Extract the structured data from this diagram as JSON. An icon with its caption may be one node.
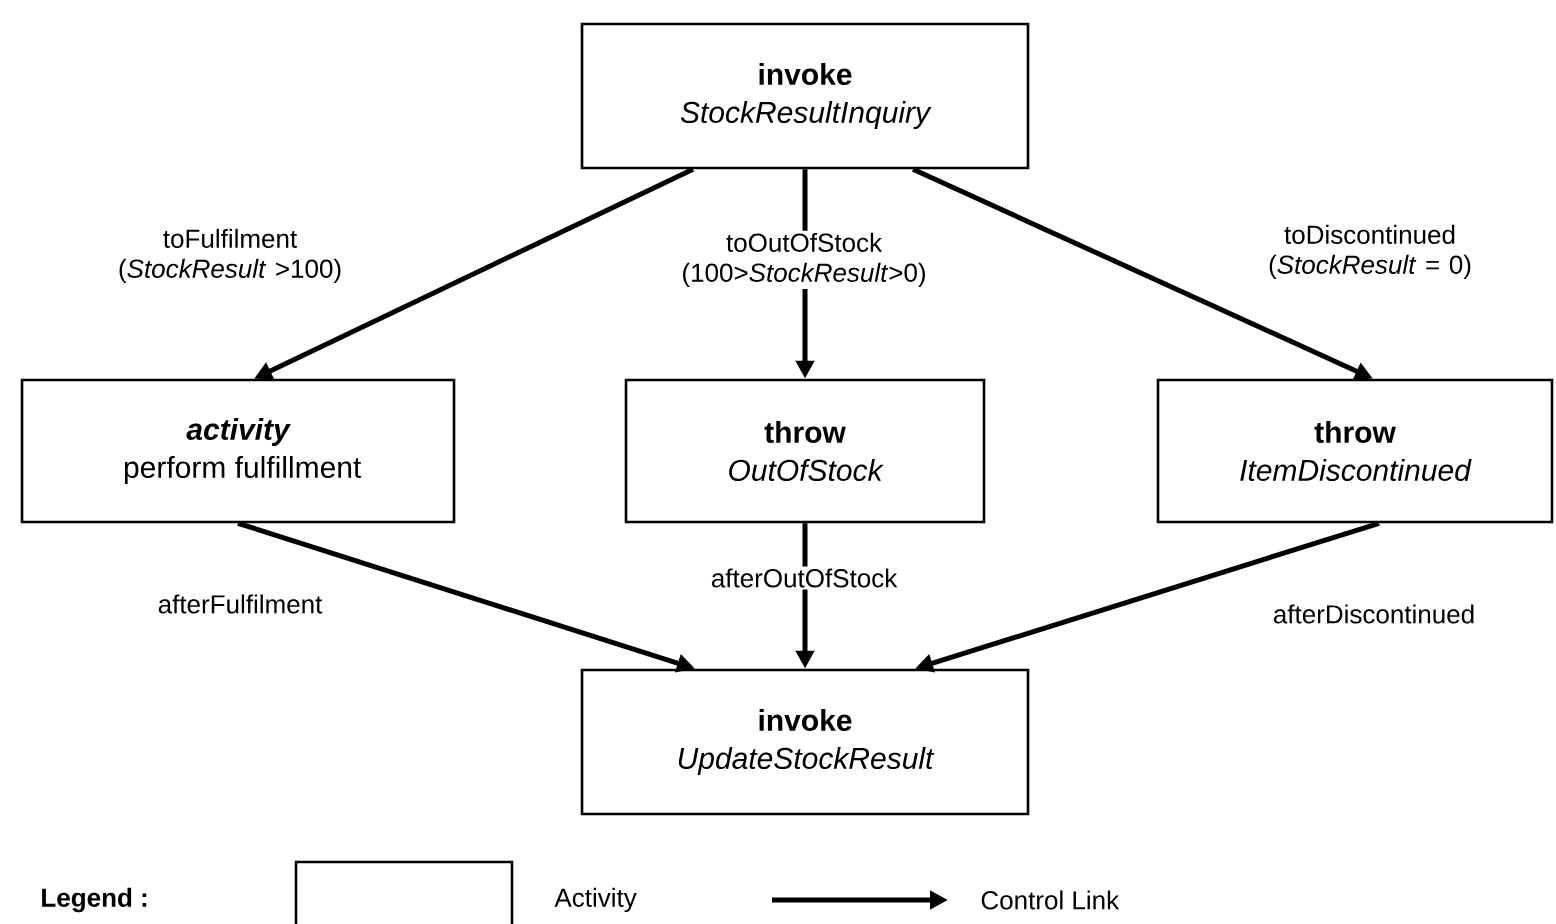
{
  "diagram": {
    "nodes": [
      {
        "text": [
          "invoke",
          "StockResultInquiry"
        ]
      },
      {
        "text": [
          "activity",
          "perform fulfillment"
        ]
      },
      {
        "text": [
          "throw",
          "OutOfStock"
        ]
      },
      {
        "text": [
          "throw",
          "ItemDiscontinued"
        ]
      },
      {
        "text": [
          "invoke",
          "UpdateStockResult"
        ]
      }
    ],
    "edges": [
      {
        "from": 0,
        "to": 1,
        "arrow": "to",
        "label": "toFulfilment (*StockResult* >100)"
      },
      {
        "from": 0,
        "to": 2,
        "arrow": "to",
        "label": "toOutOfStock (100>*StockResult*>0)"
      },
      {
        "from": 0,
        "to": 3,
        "arrow": "to",
        "label": "toDiscontinued (*StockResult* = 0)"
      },
      {
        "from": 1,
        "to": 4,
        "arrow": "to",
        "label": "afterFulfilment"
      },
      {
        "from": 2,
        "to": 4,
        "arrow": "to",
        "label": "afterOutOfStock"
      },
      {
        "from": 3,
        "to": 4,
        "arrow": "to",
        "label": "afterDiscontinued"
      }
    ],
    "labels": [
      "Legend :"
    ],
    "legend": [
      {
        "text": "Activity"
      },
      {
        "text": "Control Link"
      }
    ]
  }
}
